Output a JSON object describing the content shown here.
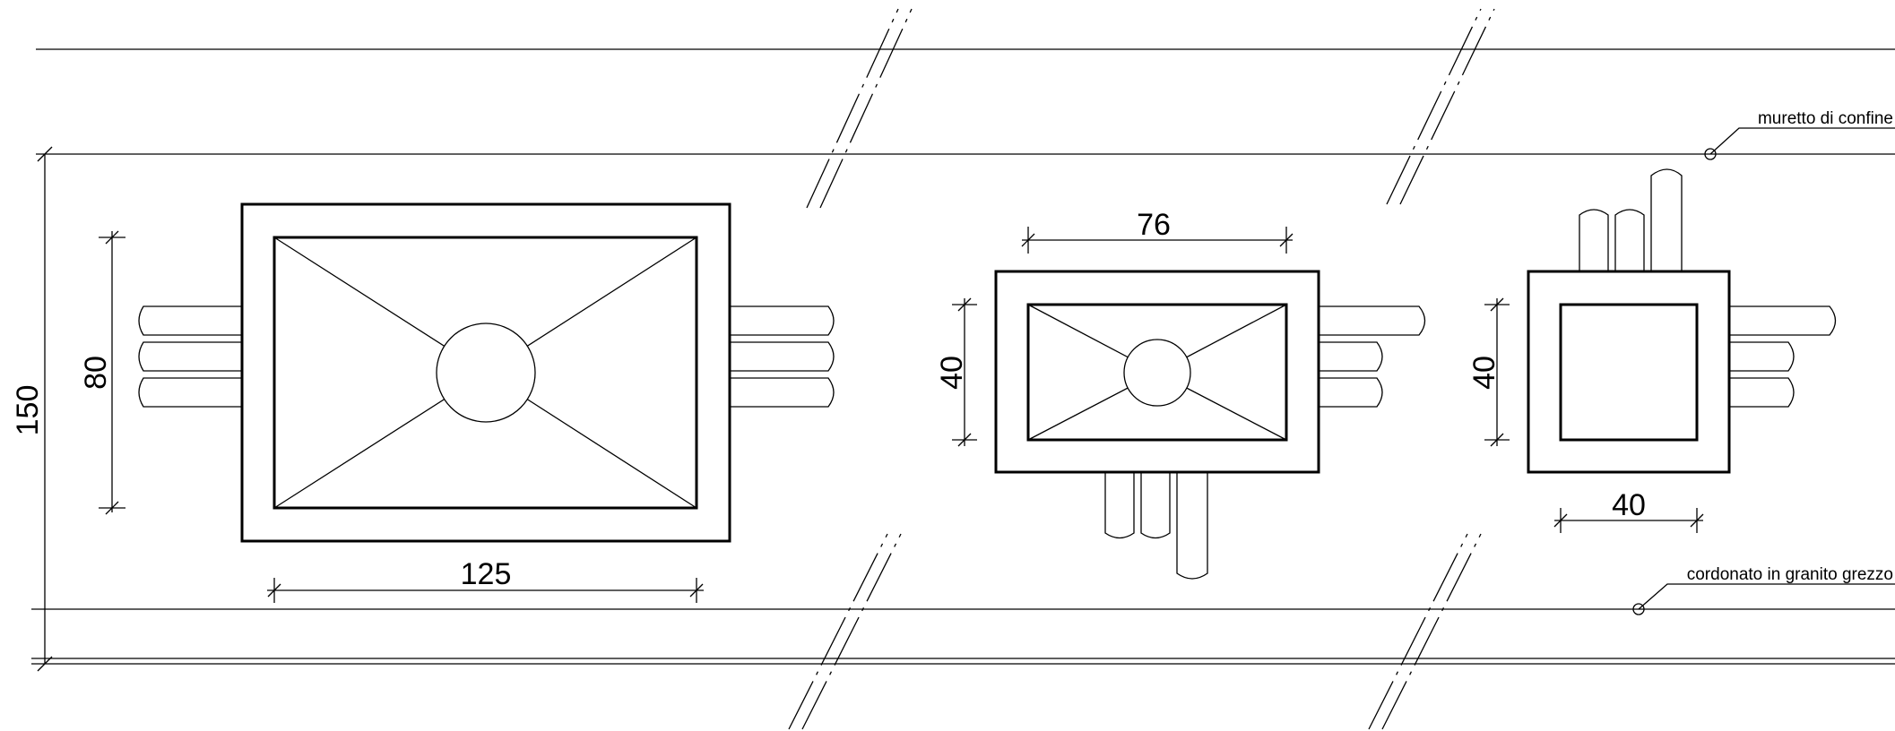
{
  "labels": {
    "boundary_wall": "muretto di confine",
    "curb": "cordonato in granito grezzo"
  },
  "dimensions": {
    "overall_height": "150",
    "large_height": "80",
    "large_width": "125",
    "medium_width": "76",
    "medium_height": "40",
    "small_height": "40",
    "small_width": "40"
  }
}
